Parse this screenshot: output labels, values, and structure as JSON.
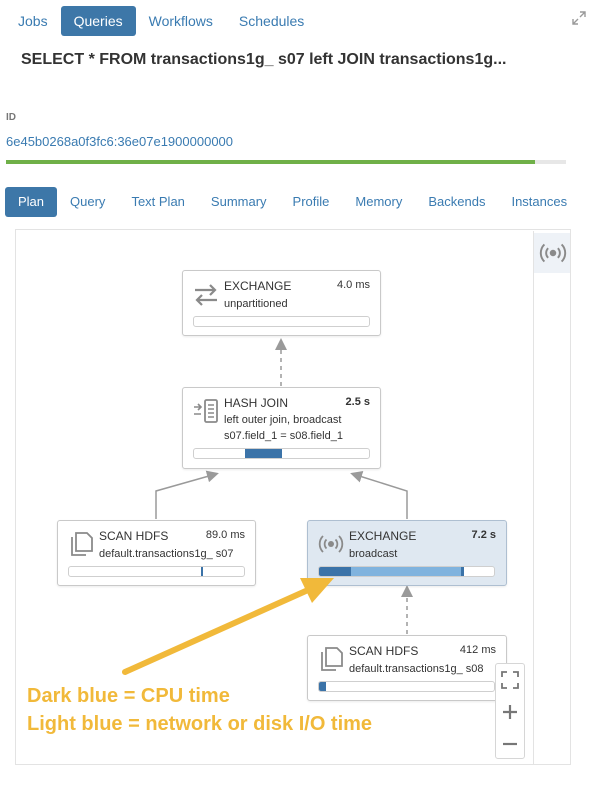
{
  "top_tabs": [
    {
      "label": "Jobs",
      "active": false
    },
    {
      "label": "Queries",
      "active": true
    },
    {
      "label": "Workflows",
      "active": false
    },
    {
      "label": "Schedules",
      "active": false
    }
  ],
  "icons": {
    "expand": "expand-icon",
    "broadcast": "broadcast-icon",
    "exchange": "exchange-icon",
    "hash_join": "hash-join-icon",
    "scan": "scan-hdfs-icon",
    "fit": "fit-screen-icon",
    "zoom_in": "plus-icon",
    "zoom_out": "minus-icon"
  },
  "query_title": "SELECT * FROM transactions1g_ s07 left JOIN transactions1g...",
  "id_label": "ID",
  "id_value": "6e45b0268a0f3fc6:36e07e1900000000",
  "progress": {
    "fraction": 0.945,
    "color": "#6fb048"
  },
  "sub_tabs": [
    {
      "label": "Plan",
      "active": true
    },
    {
      "label": "Query",
      "active": false
    },
    {
      "label": "Text Plan",
      "active": false
    },
    {
      "label": "Summary",
      "active": false
    },
    {
      "label": "Profile",
      "active": false
    },
    {
      "label": "Memory",
      "active": false
    },
    {
      "label": "Backends",
      "active": false
    },
    {
      "label": "Instances",
      "active": false
    }
  ],
  "plan": {
    "exchange_top": {
      "title": "EXCHANGE",
      "time": "4.0 ms",
      "sub1": "unpartitioned",
      "cpu": 0.0,
      "io": 0.0
    },
    "hash_join": {
      "title": "HASH JOIN",
      "time": "2.5 s",
      "sub1": "left outer join, broadcast",
      "sub2": "s07.field_1 = s08.field_1",
      "cpu_start": 0.29,
      "cpu": 0.21
    },
    "scan_left": {
      "title": "SCAN HDFS",
      "time": "89.0 ms",
      "sub1": "default.transactions1g_ s07",
      "cpu_start": 0.757,
      "cpu": 0.006
    },
    "exchange_broadcast": {
      "title": "EXCHANGE",
      "time": "7.2 s",
      "sub1": "broadcast",
      "cpu_start": 0.0,
      "cpu": 0.18,
      "io": 0.63,
      "cpu2": 0.02
    },
    "scan_right": {
      "title": "SCAN HDFS",
      "time": "412 ms",
      "sub1": "default.transactions1g_ s08",
      "cpu_start": 0.0,
      "cpu": 0.04
    }
  },
  "colors": {
    "cpu": "#3b73a8",
    "io": "#80b3de",
    "accent": "#3d77a8",
    "annotation": "#f1b93a"
  },
  "annotation": {
    "line1": "Dark blue = CPU time",
    "line2": "Light blue = network or disk I/O time"
  }
}
